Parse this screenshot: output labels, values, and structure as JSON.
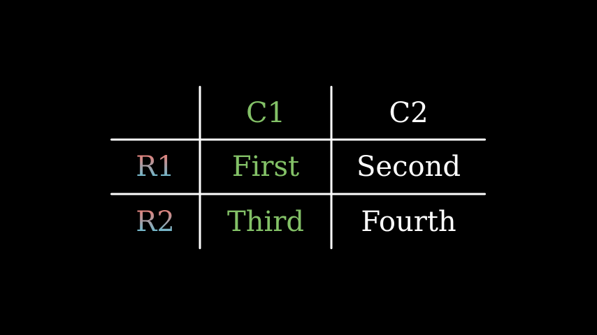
{
  "chart_data": {
    "type": "table",
    "title": "",
    "col_labels": [
      "C1",
      "C2"
    ],
    "row_labels": [
      "R1",
      "R2"
    ],
    "cells": [
      [
        "First",
        "Second"
      ],
      [
        "Third",
        "Fourth"
      ]
    ],
    "layout": {
      "background": "black",
      "grid": "partial-open-table-lines",
      "col_label_colors": [
        "green",
        "white"
      ],
      "cell_colors": [
        [
          "green",
          "white"
        ],
        [
          "green",
          "white"
        ]
      ],
      "row_label_style": "vertical red-to-blue gradient"
    }
  },
  "colors": {
    "background": "#000000",
    "line": "#FFFFFF",
    "col1_text": "#83C167",
    "col2_text": "#FFFFFF",
    "row_label_gradient_top": "#ED7B72",
    "row_label_gradient_bottom": "#58C4DD"
  }
}
